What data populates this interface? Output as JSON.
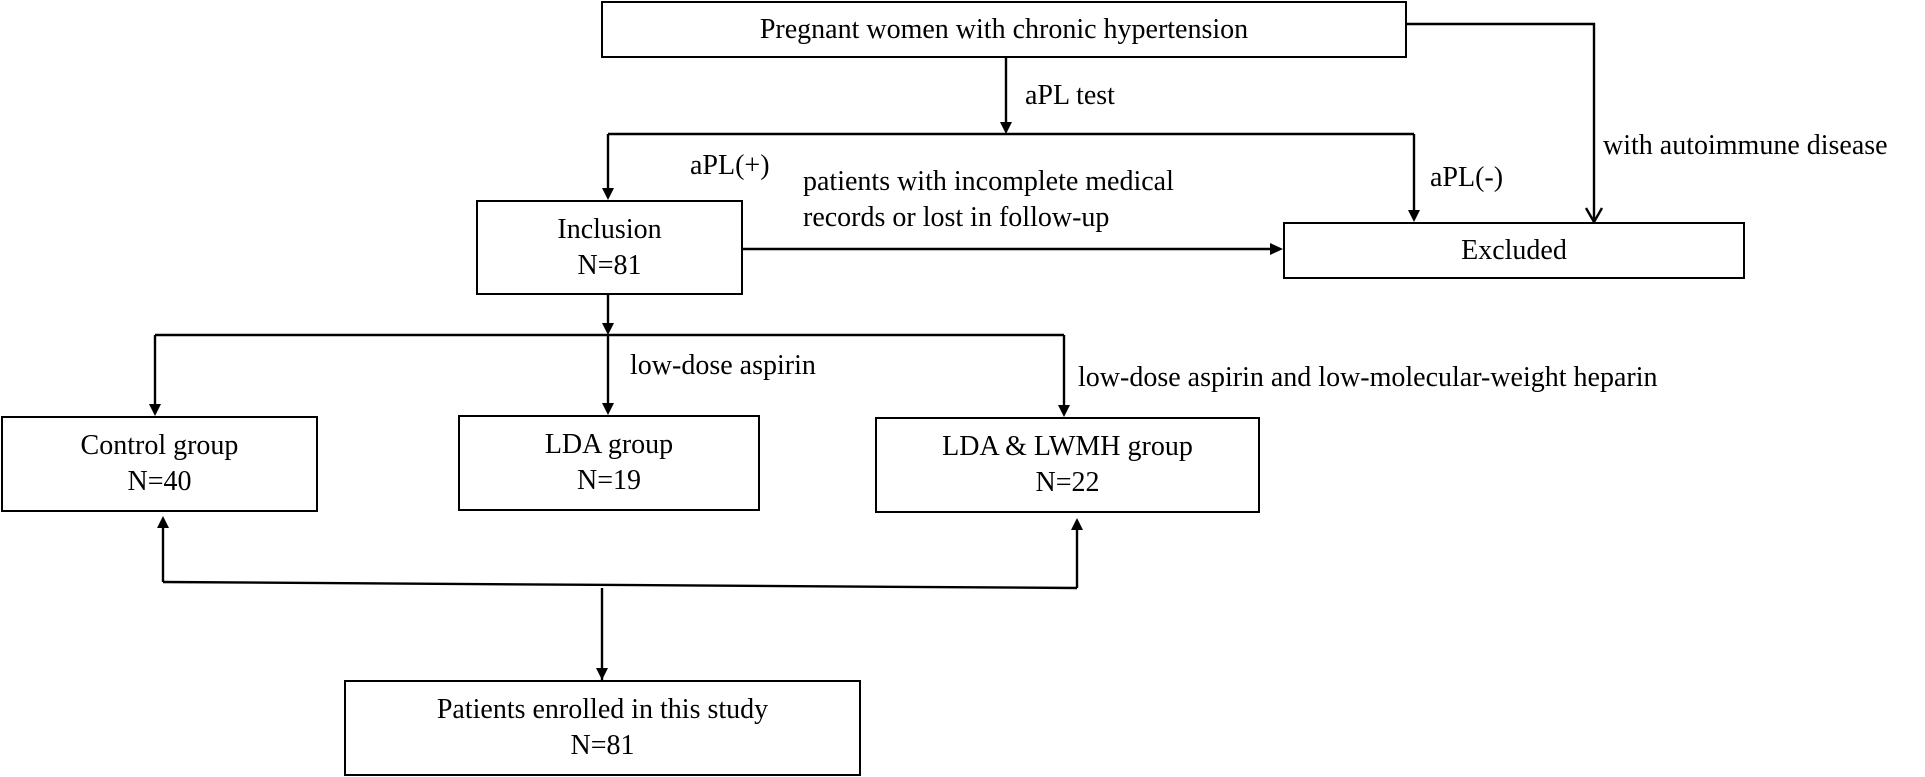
{
  "boxes": {
    "pregnant": {
      "line1": "Pregnant women with chronic hypertension"
    },
    "inclusion": {
      "line1": "Inclusion",
      "line2": "N=81"
    },
    "excluded": {
      "line1": "Excluded"
    },
    "control": {
      "line1": "Control group",
      "line2": "N=40"
    },
    "lda": {
      "line1": "LDA group",
      "line2": "N=19"
    },
    "lda_lwmh": {
      "line1": "LDA & LWMH group",
      "line2": "N=22"
    },
    "enrolled": {
      "line1": "Patients enrolled in this study",
      "line2": "N=81"
    }
  },
  "labels": {
    "apl_test": "aPL test",
    "apl_pos": "aPL(+)",
    "apl_neg": "aPL(-)",
    "autoimmune": "with autoimmune disease",
    "incomplete_line1": "patients with incomplete medical",
    "incomplete_line2": "records or lost in follow-up",
    "low_dose": "low-dose aspirin",
    "low_dose_heparin": "low-dose aspirin and low-molecular-weight heparin"
  },
  "colors": {
    "line": "#000000",
    "background": "#ffffff"
  }
}
